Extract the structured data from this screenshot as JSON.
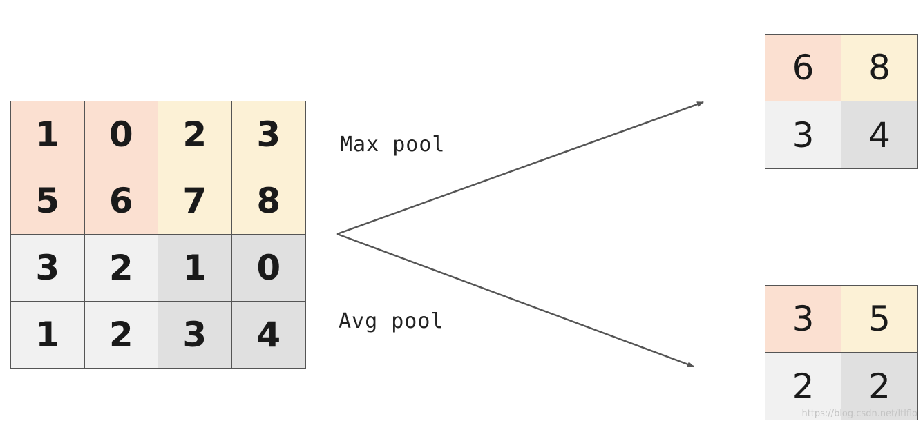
{
  "colors": {
    "pink": "#fbe0d1",
    "yellow": "#fcf1d6",
    "light_gray": "#f1f1f1",
    "dark_gray": "#e0e0e0",
    "arrow": "#555555"
  },
  "input_matrix": {
    "rows": [
      [
        {
          "v": "1",
          "c": "pink"
        },
        {
          "v": "0",
          "c": "pink"
        },
        {
          "v": "2",
          "c": "yellow"
        },
        {
          "v": "3",
          "c": "yellow"
        }
      ],
      [
        {
          "v": "5",
          "c": "pink"
        },
        {
          "v": "6",
          "c": "pink"
        },
        {
          "v": "7",
          "c": "yellow"
        },
        {
          "v": "8",
          "c": "yellow"
        }
      ],
      [
        {
          "v": "3",
          "c": "light_gray"
        },
        {
          "v": "2",
          "c": "light_gray"
        },
        {
          "v": "1",
          "c": "dark_gray"
        },
        {
          "v": "0",
          "c": "dark_gray"
        }
      ],
      [
        {
          "v": "1",
          "c": "light_gray"
        },
        {
          "v": "2",
          "c": "light_gray"
        },
        {
          "v": "3",
          "c": "dark_gray"
        },
        {
          "v": "4",
          "c": "dark_gray"
        }
      ]
    ]
  },
  "max_pool": {
    "label": "Max pool",
    "rows": [
      [
        {
          "v": "6",
          "c": "pink"
        },
        {
          "v": "8",
          "c": "yellow"
        }
      ],
      [
        {
          "v": "3",
          "c": "light_gray"
        },
        {
          "v": "4",
          "c": "dark_gray"
        }
      ]
    ]
  },
  "avg_pool": {
    "label": "Avg pool",
    "rows": [
      [
        {
          "v": "3",
          "c": "pink"
        },
        {
          "v": "5",
          "c": "yellow"
        }
      ],
      [
        {
          "v": "2",
          "c": "light_gray"
        },
        {
          "v": "2",
          "c": "dark_gray"
        }
      ]
    ]
  },
  "watermark": "https://blog.csdn.net/ltlflo"
}
